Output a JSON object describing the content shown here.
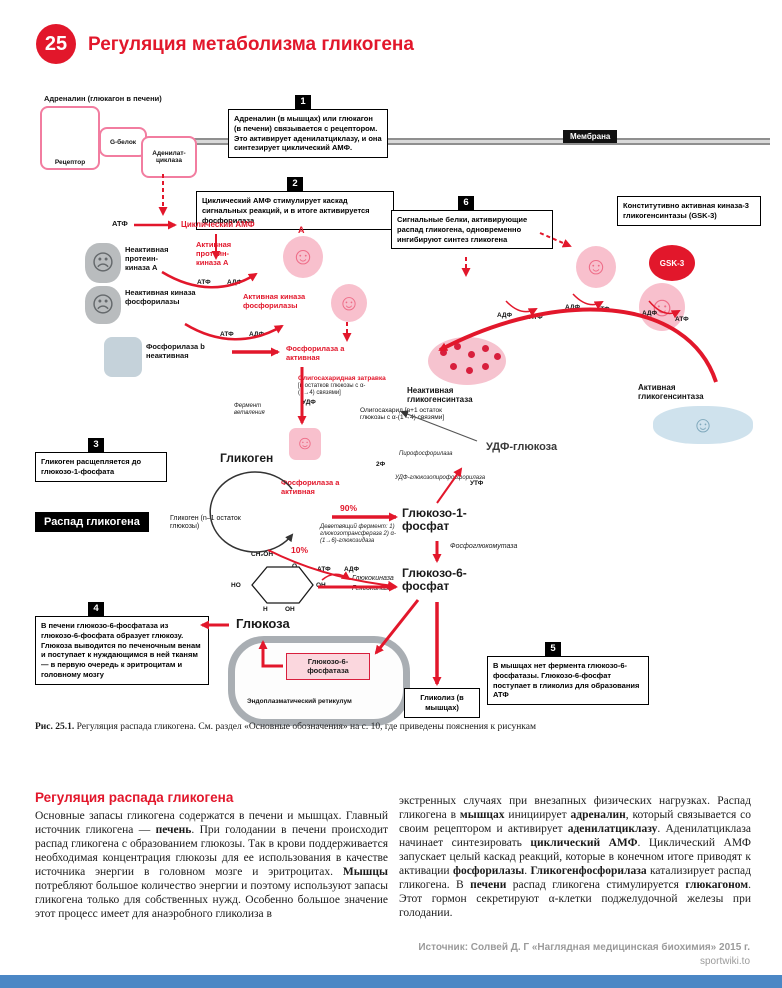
{
  "header": {
    "number": "25",
    "title": "Регуляция метаболизма гликогена"
  },
  "diagram": {
    "adrenaline": "Адреналин (глюкагон в печени)",
    "receptor": "Рецептор",
    "g_protein": "G-белок",
    "adenylate_cyclase": "Аденилат-циклаза",
    "membrane": "Мембрана",
    "atp": "АТФ",
    "adp": "АДФ",
    "udp": "УДФ",
    "utp": "УТФ",
    "two_p": "2Ф",
    "cyclic_amp": "Циклический АМФ",
    "letter_a": "А",
    "inactive_pka": "Неактивная протеин-киназа А",
    "active_pka": "Активная протеин-киназа А",
    "inactive_phk": "Неактивная киназа фосфорилазы",
    "active_phk": "Активная киназа фосфорилазы",
    "phosphorylase_b": "Фосфорилаза b неактивная",
    "phosphorylase_a": "Фосфорилаза а активная",
    "gsk3_note": "Конститутивно активная киназа-3 гликогенсинтазы (GSK-3)",
    "gsk3": "GSK-3",
    "inactive_gs": "Неактивная гликогенсинтаза",
    "active_gs": "Активная гликогенсинтаза",
    "oligo_primer": "Олигосахаридная затравка",
    "oligo_primer_sub": "[n остатков глюкозы с α-(1→4) связями]",
    "branching_enzyme": "Фермент ветвления",
    "oligosaccharide": "Олигосахарид [n+1 остаток глюкозы с α-(1→4) связями]",
    "udp_glucose": "УДФ-глюкоза",
    "pyrophosphorylase": "Пирофосфорилаза",
    "udp_glucose_pp": "УДФ-глюкозопирофосфорилаза",
    "glycogen": "Гликоген",
    "glycogen_n1": "Гликоген (n–1 остаток глюкозы)",
    "breakdown_title": "Распад гликогена",
    "pct90": "90%",
    "pct10": "10%",
    "g1p": "Глюкозо-1-фосфат",
    "g6p": "Глюкозо-6-фосфат",
    "debranching": "Деветвящий фермент: 1) глюкозотрансфераза 2) α-(1→6)-глюкозидаза",
    "phosphoglucomutase": "Фосфоглюкомутаза",
    "glucokinase": "Глюкокиназа",
    "hexokinase": "Гексокиназа",
    "glucose": "Глюкоза",
    "g6pase": "Глюкозо-6-фосфатаза",
    "er": "Эндоплазматический ретикулум",
    "glycolysis": "Гликолиз (в мышцах)",
    "ring": {
      "ch2oh": "CH₂OH",
      "o": "O",
      "ho": "HO",
      "oh": "OH",
      "h": "H"
    },
    "steps": {
      "s1": {
        "n": "1",
        "text": "Адреналин (в мышцах) или глюкагон (в печени) связывается с рецептором. Это активирует аденилатциклазу, и она синтезирует циклический АМФ."
      },
      "s2": {
        "n": "2",
        "text": "Циклический АМФ стимулирует каскад сигнальных реакций, и в итоге активируется фосфорилаза"
      },
      "s3": {
        "n": "3",
        "text": "Гликоген расщепляется до глюкозо-1-фосфата"
      },
      "s4": {
        "n": "4",
        "text": "В печени глюкозо-6-фосфатаза из глюкозо-6-фосфата образует глюкозу. Глюкоза выводится по печеночным венам и поступает к нуждающимся в ней тканям — в первую очередь к эритроцитам и головному мозгу"
      },
      "s5": {
        "n": "5",
        "text": "В мышцах нет фермента глюкозо-6-фосфатазы. Глюкозо-6-фосфат поступает в гликолиз для образования АТФ"
      },
      "s6": {
        "n": "6",
        "text": "Сигнальные белки, активирующие распад гликогена, одновременно ингибируют синтез гликогена"
      }
    }
  },
  "caption": {
    "label": "Рис. 25.1.",
    "text": " Регуляция распада гликогена. См. раздел «Основные обозначения» на с. 10, где приведены пояснения к рисункам"
  },
  "article": {
    "heading": "Регуляция распада гликогена",
    "left": [
      [
        "Основные запасы гликогена содержатся в печени и мышцах. Главный источник гликогена — ",
        false
      ],
      [
        "печень",
        true
      ],
      [
        ". При голодании в печени происходит распад гликогена с образованием глюкозы. Так в крови поддерживается необходимая концентрация глюкозы для ее использования в качестве источника энергии в головном мозге и эритроцитах. ",
        false
      ],
      [
        "Мышцы",
        true
      ],
      [
        " потребляют большое количество энергии и поэтому используют запасы гликогена только для собственных нужд. Особенно большое значение этот процесс имеет для анаэробного гликолиза в",
        false
      ]
    ],
    "right": [
      [
        "экстренных случаях при внезапных физических нагрузках. Распад гликогена в ",
        false
      ],
      [
        "мышцах",
        true
      ],
      [
        " инициирует ",
        false
      ],
      [
        "адреналин",
        true
      ],
      [
        ", который связывается со своим рецептором и активирует ",
        false
      ],
      [
        "аденилатциклазу",
        true
      ],
      [
        ". Аденилатциклаза начинает синтезировать ",
        false
      ],
      [
        "циклический АМФ",
        true
      ],
      [
        ". Циклический АМФ запускает целый каскад реакций, которые в конечном итоге приводят к активации ",
        false
      ],
      [
        "фосфорилазы",
        true
      ],
      [
        ". ",
        false
      ],
      [
        "Гликогенфосфорилаза",
        true
      ],
      [
        " катализирует распад гликогена. В ",
        false
      ],
      [
        "печени",
        true
      ],
      [
        " распад гликогена стимулируется ",
        false
      ],
      [
        "глюкагоном",
        true
      ],
      [
        ". Этот гормон секретируют α-клетки поджелудочной железы при голодании.",
        false
      ]
    ]
  },
  "footer": {
    "source": "Источник: Солвей Д. Г «Наглядная медицинская биохимия» 2015 г.",
    "site": "sportwiki.to"
  },
  "colors": {
    "accent": "#e2172b",
    "blue_bar": "#4b87c5"
  }
}
